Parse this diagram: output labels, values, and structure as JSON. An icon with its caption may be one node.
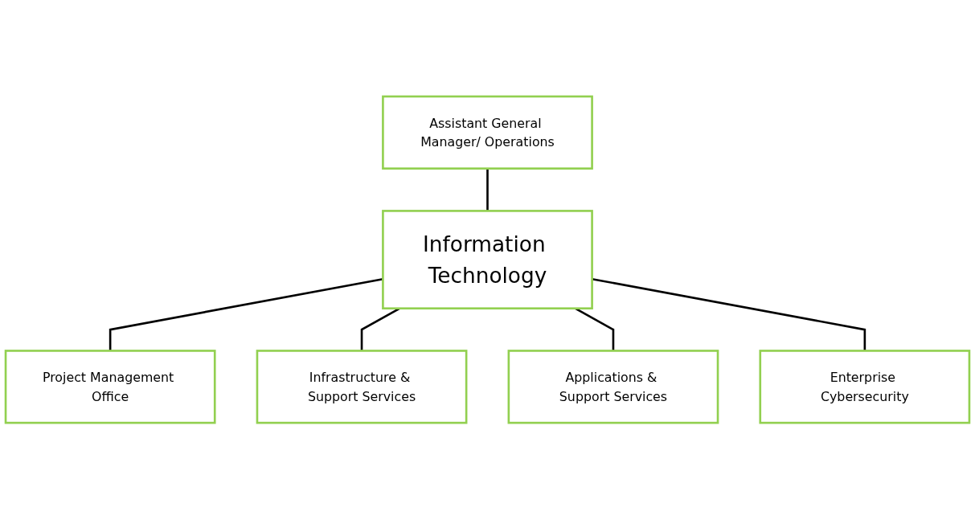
{
  "diagram": {
    "nodes": [
      {
        "text": [
          "Assistant General Manager/ Operations"
        ]
      },
      {
        "text": [
          "Information Technology"
        ]
      },
      {
        "text": [
          "Project Management Office"
        ]
      },
      {
        "text": [
          "Infrastructure & Support Services"
        ]
      },
      {
        "text": [
          "Applications & Support Services"
        ]
      },
      {
        "text": [
          "Enterprise Cybersecurity"
        ]
      }
    ],
    "edges": [
      {
        "from": 0,
        "to": 1,
        "arrow": "none"
      },
      {
        "from": 1,
        "to": 2,
        "arrow": "none"
      },
      {
        "from": 1,
        "to": 3,
        "arrow": "none"
      },
      {
        "from": 1,
        "to": 4,
        "arrow": "none"
      },
      {
        "from": 1,
        "to": 5,
        "arrow": "none"
      }
    ]
  }
}
